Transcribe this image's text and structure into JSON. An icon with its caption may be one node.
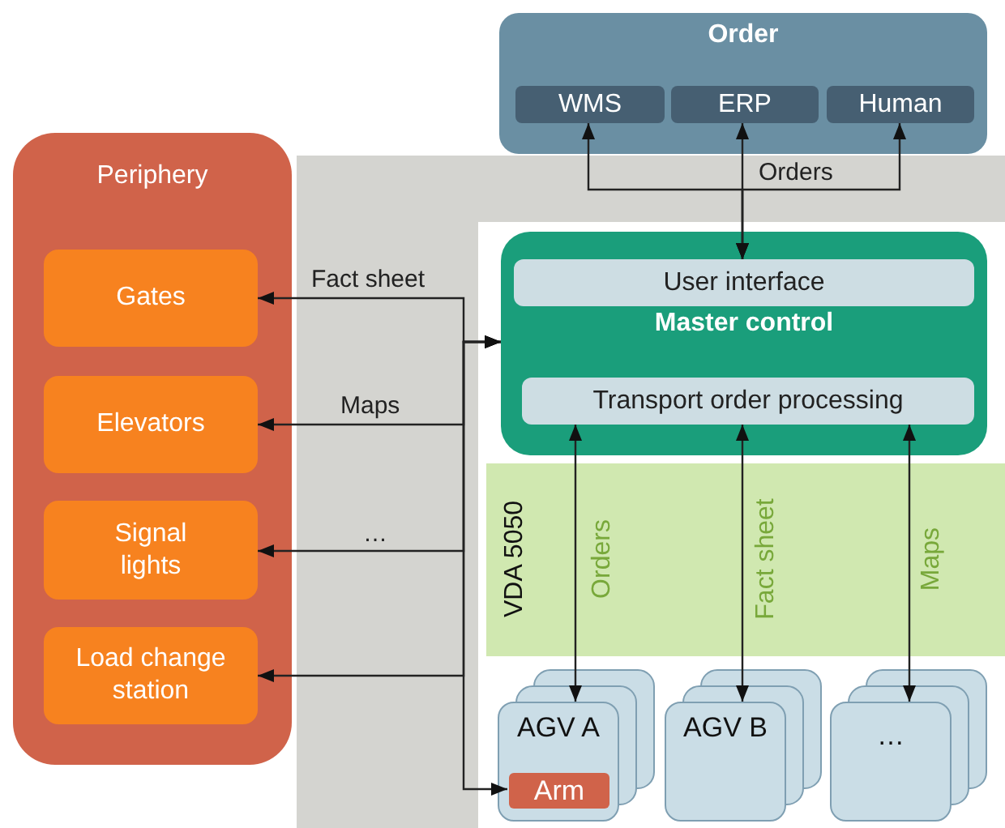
{
  "diagram": {
    "nodes": [
      {
        "text": [
          "Order"
        ]
      },
      {
        "text": [
          "WMS"
        ],
        "in": 0
      },
      {
        "text": [
          "ERP"
        ],
        "in": 0
      },
      {
        "text": [
          "Human"
        ],
        "in": 0
      },
      {
        "text": [
          "Periphery"
        ]
      },
      {
        "text": [
          "Gates"
        ],
        "in": 4
      },
      {
        "text": [
          "Elevators"
        ],
        "in": 4
      },
      {
        "text": [
          "Signal lights"
        ],
        "in": 4
      },
      {
        "text": [
          "Load change station"
        ],
        "in": 4
      },
      {
        "text": [
          "Master control"
        ]
      },
      {
        "text": [
          "User interface"
        ],
        "in": 9
      },
      {
        "text": [
          "Transport order processing"
        ],
        "in": 9
      },
      {
        "text": [
          "AGV A"
        ]
      },
      {
        "text": [
          "Arm"
        ],
        "in": 12
      },
      {
        "text": [
          "AGV B"
        ]
      },
      {
        "text": [
          "…"
        ]
      }
    ],
    "edges": [
      {
        "from": 10,
        "to": 1,
        "arrow": "both"
      },
      {
        "from": 10,
        "to": 2,
        "arrow": "both",
        "label": "Orders"
      },
      {
        "from": 10,
        "to": 3,
        "arrow": "both"
      },
      {
        "from": 9,
        "to": 5,
        "arrow": "both",
        "label": "Fact sheet"
      },
      {
        "from": 9,
        "to": 6,
        "arrow": "both",
        "label": "Maps"
      },
      {
        "from": 9,
        "to": 7,
        "arrow": "both",
        "label": "…"
      },
      {
        "from": 9,
        "to": 8,
        "arrow": "both"
      },
      {
        "from": 9,
        "to": 13,
        "arrow": "both"
      },
      {
        "from": 11,
        "to": 12,
        "arrow": "both",
        "label": "Orders"
      },
      {
        "from": 11,
        "to": 14,
        "arrow": "both",
        "label": "Fact sheet"
      },
      {
        "from": 11,
        "to": 15,
        "arrow": "both",
        "label": "Maps"
      }
    ],
    "labels": [
      "VDA 5050"
    ]
  }
}
